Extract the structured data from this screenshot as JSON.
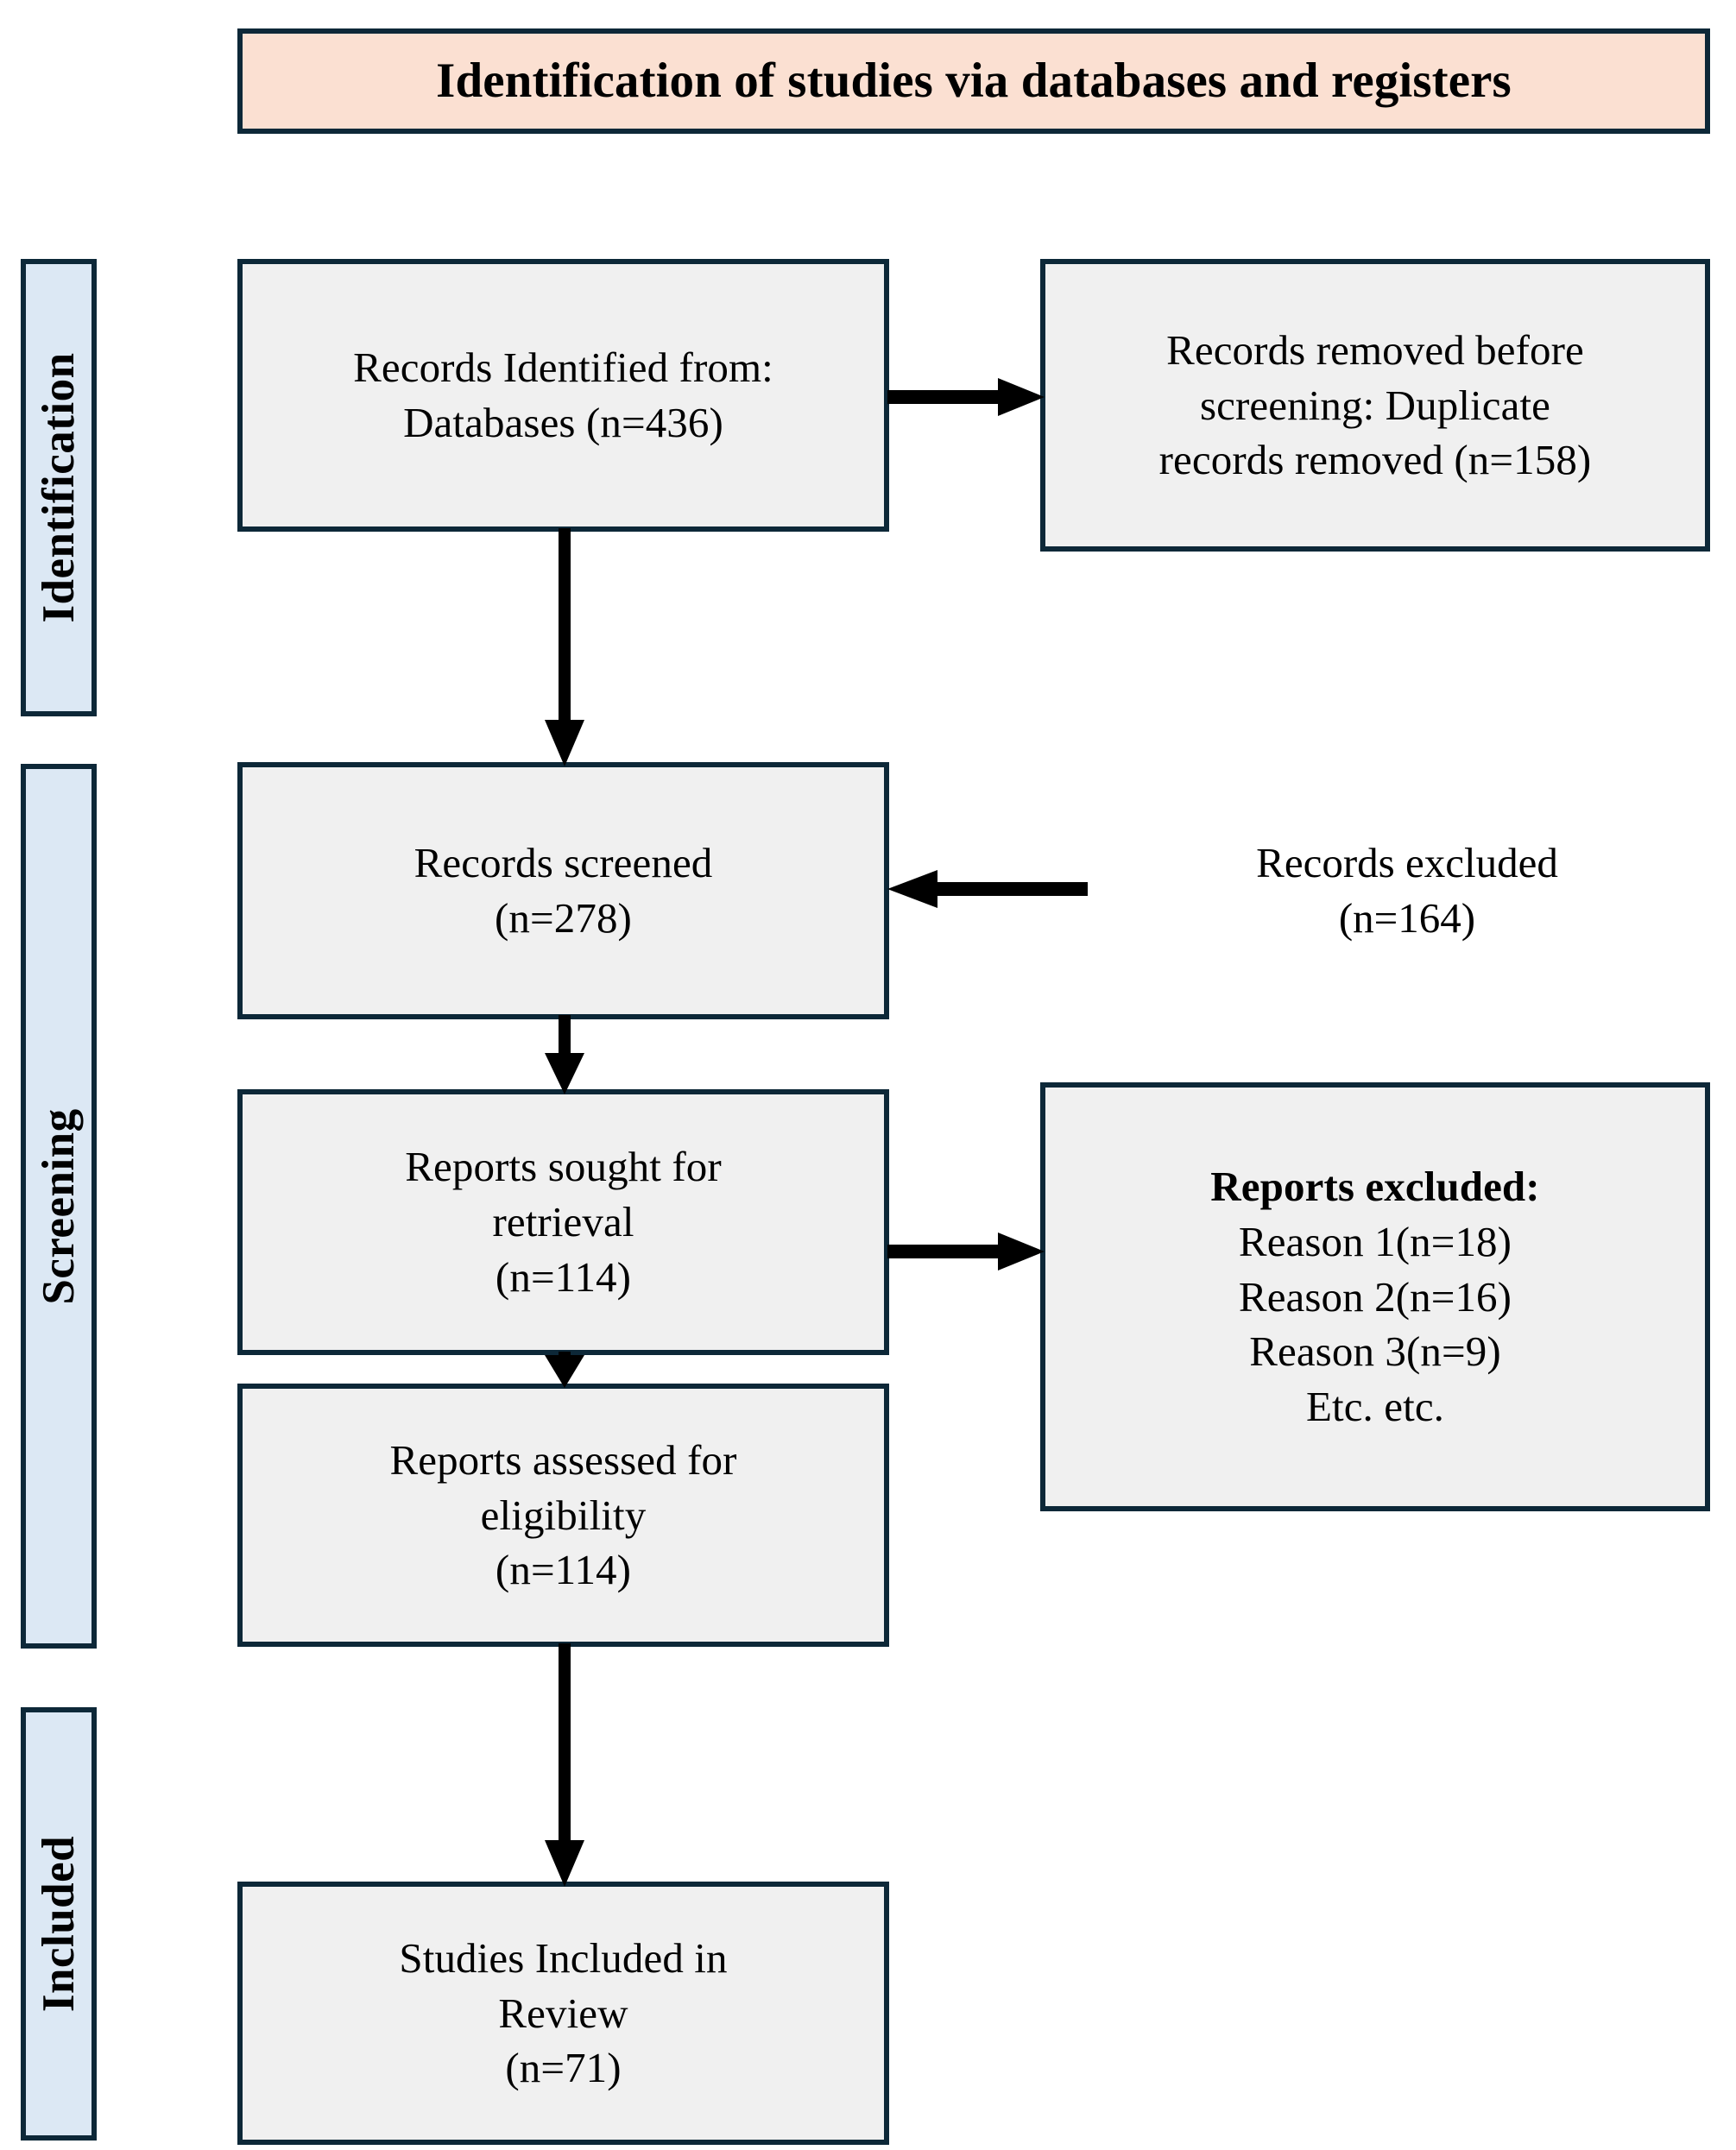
{
  "diagram": {
    "title": "Identification of studies via databases and registers",
    "stages": [
      {
        "id": "identification",
        "label": "Identification"
      },
      {
        "id": "screening",
        "label": "Screening"
      },
      {
        "id": "included",
        "label": "Included"
      }
    ],
    "boxes": {
      "records_identified": {
        "line1": "Records Identified from:",
        "line2": "Databases (n=436)"
      },
      "records_removed": {
        "line1": "Records removed before",
        "line2": "screening: Duplicate",
        "line3": "records removed (n=158)"
      },
      "records_screened": {
        "line1": "Records screened",
        "line2": "(n=278)"
      },
      "records_excluded": {
        "line1": "Records excluded",
        "line2": "(n=164)"
      },
      "reports_sought": {
        "line1": "Reports sought for",
        "line2": "retrieval",
        "line3": "(n=114)"
      },
      "reports_excluded": {
        "heading": "Reports excluded:",
        "line1": "Reason 1(n=18)",
        "line2": "Reason 2(n=16)",
        "line3": "Reason 3(n=9)",
        "line4": "Etc. etc."
      },
      "reports_assessed": {
        "line1": "Reports assessed for",
        "line2": "eligibility",
        "line3": "(n=114)"
      },
      "studies_included": {
        "line1": "Studies Included in",
        "line2": "Review",
        "line3": "(n=71)"
      }
    },
    "counts": {
      "records_identified_databases": 436,
      "duplicate_records_removed": 158,
      "records_screened": 278,
      "records_excluded": 164,
      "reports_sought_for_retrieval": 114,
      "reports_excluded_reason_1": 18,
      "reports_excluded_reason_2": 16,
      "reports_excluded_reason_3": 9,
      "reports_assessed_for_eligibility": 114,
      "studies_included_in_review": 71
    },
    "colors": {
      "border": "#0d2838",
      "title_fill": "#fbe0d2",
      "stage_fill": "#dce8f4",
      "box_fill": "#f0f0f0",
      "arrow": "#000000",
      "text": "#000000",
      "background": "#ffffff"
    }
  }
}
